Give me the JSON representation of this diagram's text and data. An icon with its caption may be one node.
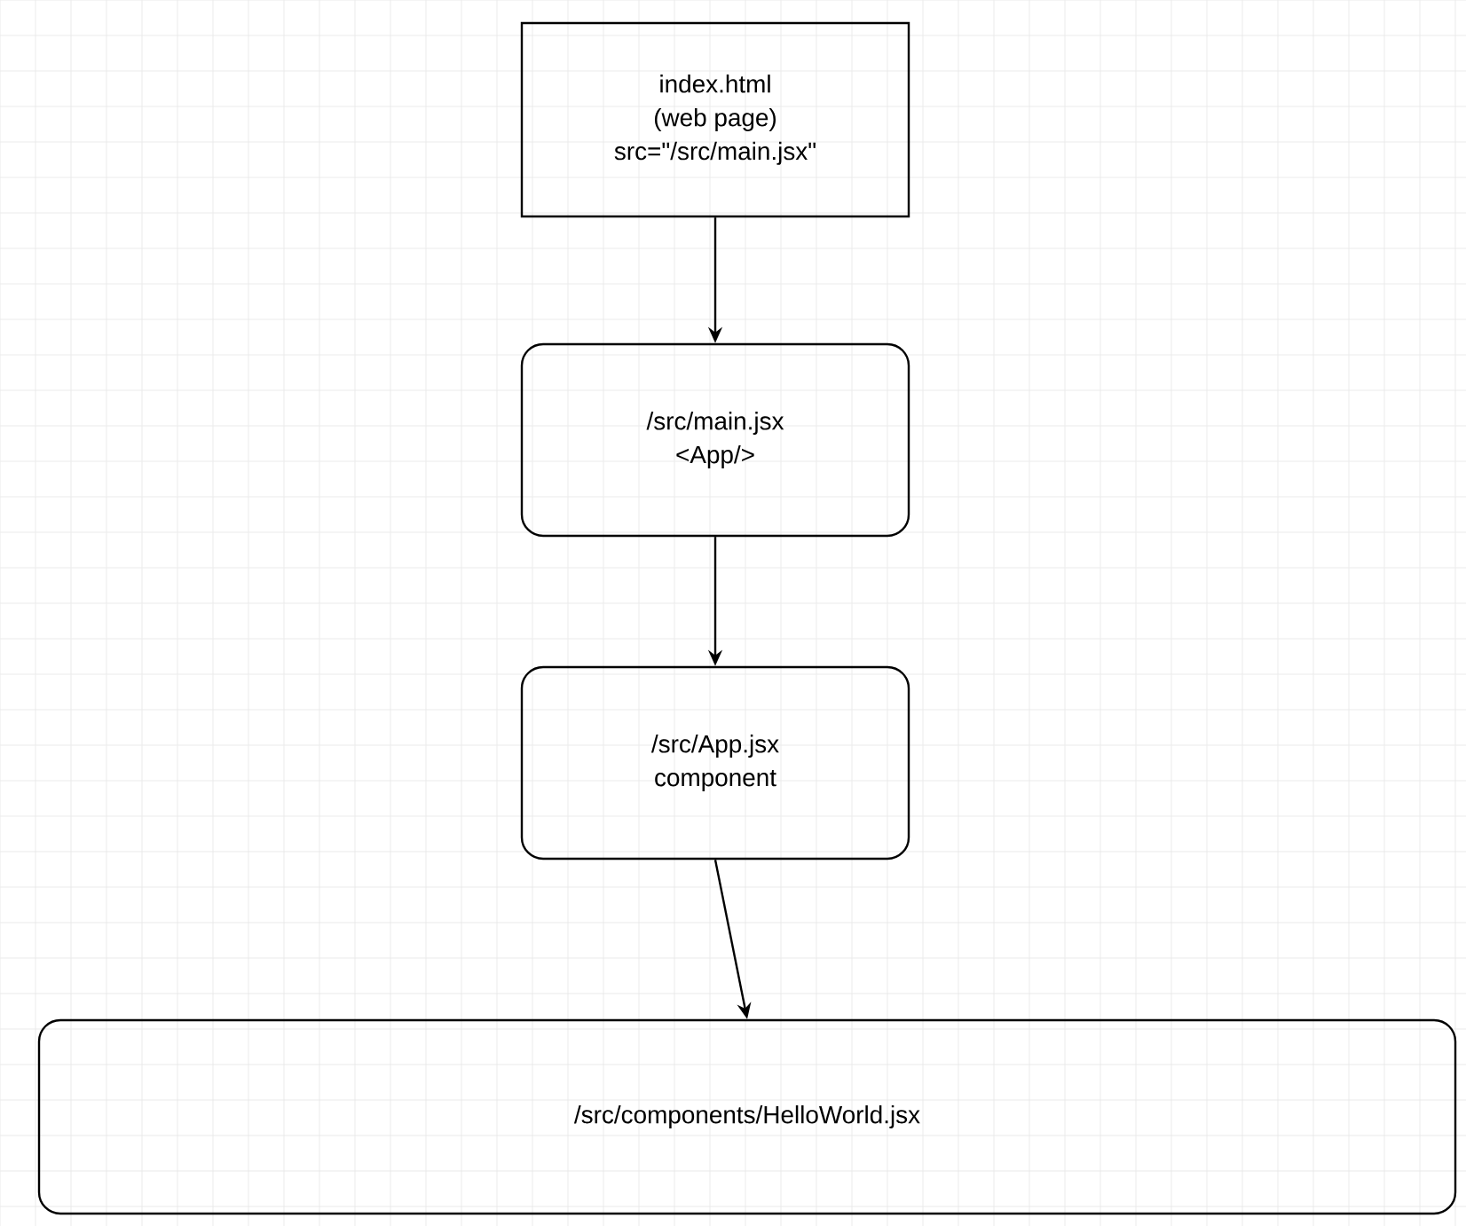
{
  "diagram": {
    "nodes": [
      {
        "text": [
          "index.html",
          "(web page)",
          "src=\"/src/main.jsx\""
        ]
      },
      {
        "text": [
          "/src/main.jsx",
          "<App/>"
        ]
      },
      {
        "text": [
          "/src/App.jsx",
          "component"
        ]
      },
      {
        "text": [
          "/src/components/HelloWorld.jsx"
        ]
      }
    ],
    "edges": [
      {
        "from": 0,
        "to": 1,
        "arrow": "to"
      },
      {
        "from": 1,
        "to": 2,
        "arrow": "to"
      },
      {
        "from": 2,
        "to": 3,
        "arrow": "to"
      }
    ]
  }
}
